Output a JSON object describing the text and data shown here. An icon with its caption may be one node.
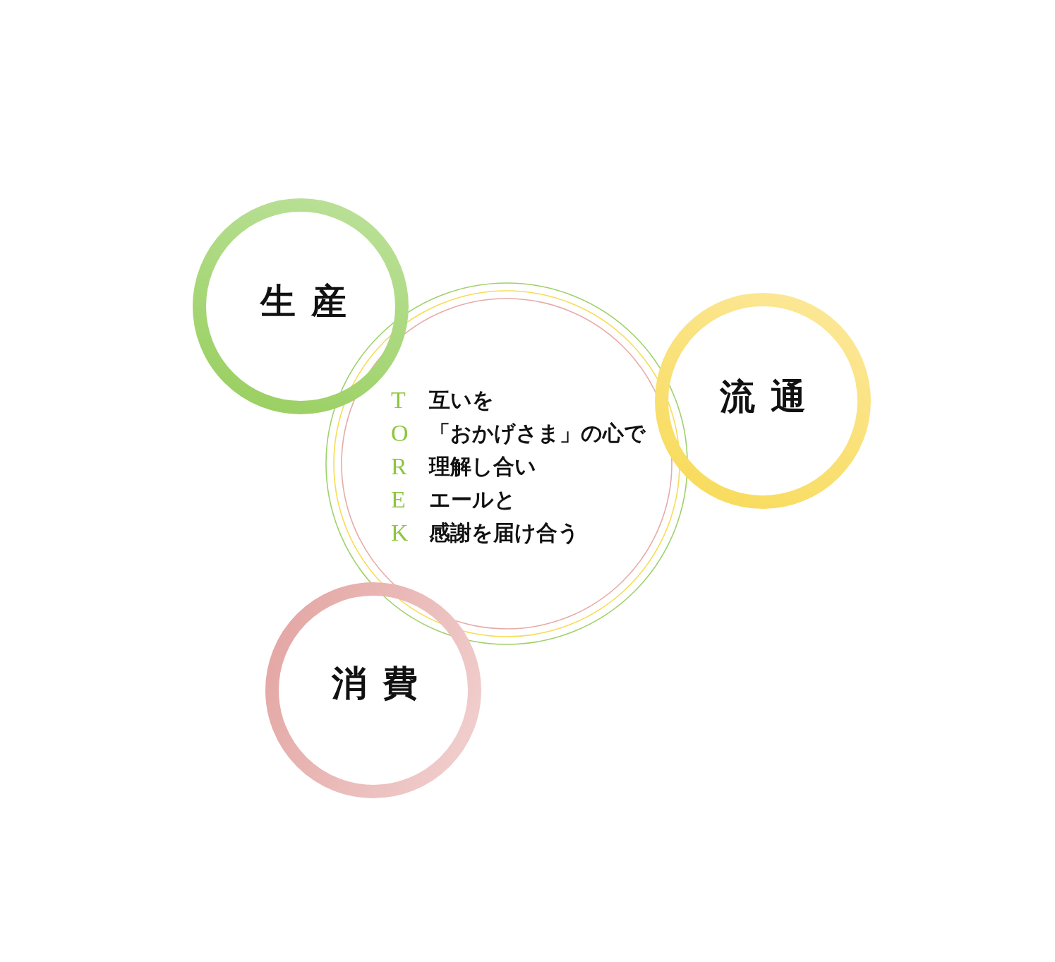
{
  "diagram": {
    "nodes": [
      {
        "text": [
          "生産"
        ]
      },
      {
        "text": [
          "T",
          "互いを",
          "O",
          "「おかげさま」の心で",
          "R",
          "理解し合い",
          "E",
          "エールと",
          "K",
          "感謝を届け合う"
        ]
      },
      {
        "text": [
          "流通"
        ]
      },
      {
        "text": [
          "消費"
        ]
      }
    ]
  }
}
